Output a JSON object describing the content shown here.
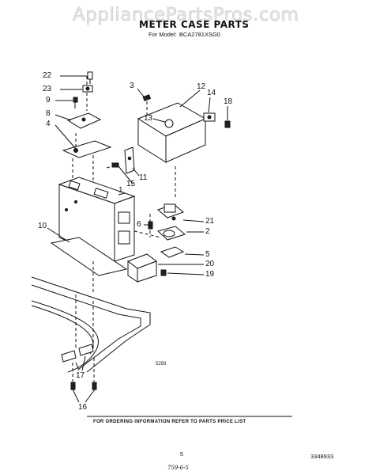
{
  "watermark": "AppliancePartsPros.com",
  "title": "METER CASE PARTS",
  "model_prefix": "For Model:",
  "model_number": "BCA2781XSG0",
  "callouts": {
    "c22": "22",
    "c23": "23",
    "c9": "9",
    "c8": "8",
    "c4": "4",
    "c3": "3",
    "c12": "12",
    "c14": "14",
    "c18": "18",
    "c13": "13",
    "c11": "11",
    "c1": "1",
    "c15": "15",
    "c10": "10",
    "c6": "6",
    "c21": "21",
    "c2": "2",
    "c5": "5",
    "c20": "20",
    "c19": "19",
    "c17": "17",
    "c16": "16"
  },
  "figure_code": "5293",
  "footer_note": "FOR ORDERING INFORMATION REFER TO PARTS PRICE LIST",
  "page_number": "5",
  "document_number": "3348933",
  "handwritten_note": "759-6-5"
}
